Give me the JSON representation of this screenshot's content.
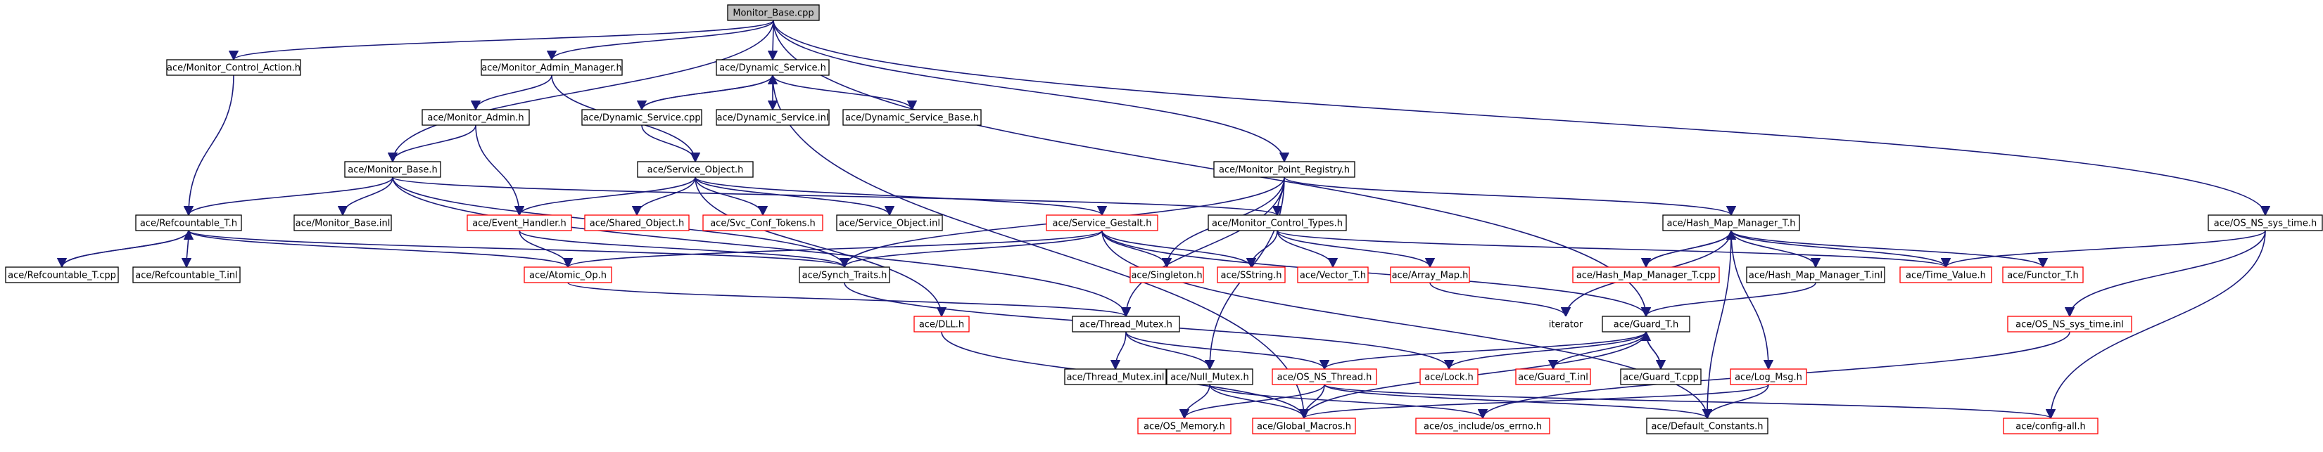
{
  "colors": {
    "edge": "#1a1a7a",
    "node_border": "#000000",
    "node_border_partial": "#ff0000",
    "root_fill": "#bfbfbf",
    "node_fill": "#ffffff",
    "text": "#000000"
  },
  "nodes": [
    {
      "id": "Monitor_Base_cpp",
      "label": "Monitor_Base.cpp",
      "kind": "root"
    },
    {
      "id": "Monitor_Control_Action_h",
      "label": "ace/Monitor_Control_Action.h",
      "kind": "normal"
    },
    {
      "id": "Monitor_Admin_Manager_h",
      "label": "ace/Monitor_Admin_Manager.h",
      "kind": "normal"
    },
    {
      "id": "Dynamic_Service_h",
      "label": "ace/Dynamic_Service.h",
      "kind": "normal"
    },
    {
      "id": "Monitor_Admin_h",
      "label": "ace/Monitor_Admin.h",
      "kind": "normal"
    },
    {
      "id": "Dynamic_Service_cpp",
      "label": "ace/Dynamic_Service.cpp",
      "kind": "normal"
    },
    {
      "id": "Dynamic_Service_inl",
      "label": "ace/Dynamic_Service.inl",
      "kind": "normal"
    },
    {
      "id": "Dynamic_Service_Base_h",
      "label": "ace/Dynamic_Service_Base.h",
      "kind": "normal"
    },
    {
      "id": "Monitor_Base_h",
      "label": "ace/Monitor_Base.h",
      "kind": "normal"
    },
    {
      "id": "Service_Object_h",
      "label": "ace/Service_Object.h",
      "kind": "normal"
    },
    {
      "id": "Monitor_Point_Registry_h",
      "label": "ace/Monitor_Point_Registry.h",
      "kind": "normal"
    },
    {
      "id": "OS_NS_sys_time_h",
      "label": "ace/OS_NS_sys_time.h",
      "kind": "normal"
    },
    {
      "id": "Refcountable_T_h",
      "label": "ace/Refcountable_T.h",
      "kind": "normal"
    },
    {
      "id": "Monitor_Base_inl",
      "label": "ace/Monitor_Base.inl",
      "kind": "normal"
    },
    {
      "id": "Event_Handler_h",
      "label": "ace/Event_Handler.h",
      "kind": "partial"
    },
    {
      "id": "Shared_Object_h",
      "label": "ace/Shared_Object.h",
      "kind": "partial"
    },
    {
      "id": "Svc_Conf_Tokens_h",
      "label": "ace/Svc_Conf_Tokens.h",
      "kind": "partial"
    },
    {
      "id": "Service_Object_inl",
      "label": "ace/Service_Object.inl",
      "kind": "normal"
    },
    {
      "id": "Service_Gestalt_h",
      "label": "ace/Service_Gestalt.h",
      "kind": "partial"
    },
    {
      "id": "Monitor_Control_Types_h",
      "label": "ace/Monitor_Control_Types.h",
      "kind": "normal"
    },
    {
      "id": "Hash_Map_Manager_T_h",
      "label": "ace/Hash_Map_Manager_T.h",
      "kind": "normal"
    },
    {
      "id": "Refcountable_T_cpp",
      "label": "ace/Refcountable_T.cpp",
      "kind": "normal"
    },
    {
      "id": "Refcountable_T_inl",
      "label": "ace/Refcountable_T.inl",
      "kind": "normal"
    },
    {
      "id": "Atomic_Op_h",
      "label": "ace/Atomic_Op.h",
      "kind": "partial"
    },
    {
      "id": "Synch_Traits_h",
      "label": "ace/Synch_Traits.h",
      "kind": "normal"
    },
    {
      "id": "Singleton_h",
      "label": "ace/Singleton.h",
      "kind": "partial"
    },
    {
      "id": "SString_h",
      "label": "ace/SString.h",
      "kind": "partial"
    },
    {
      "id": "Vector_T_h",
      "label": "ace/Vector_T.h",
      "kind": "partial"
    },
    {
      "id": "Array_Map_h",
      "label": "ace/Array_Map.h",
      "kind": "partial"
    },
    {
      "id": "Hash_Map_Manager_T_cpp",
      "label": "ace/Hash_Map_Manager_T.cpp",
      "kind": "partial"
    },
    {
      "id": "Hash_Map_Manager_T_inl",
      "label": "ace/Hash_Map_Manager_T.inl",
      "kind": "normal"
    },
    {
      "id": "Time_Value_h",
      "label": "ace/Time_Value.h",
      "kind": "partial"
    },
    {
      "id": "Functor_T_h",
      "label": "ace/Functor_T.h",
      "kind": "partial"
    },
    {
      "id": "DLL_h",
      "label": "ace/DLL.h",
      "kind": "partial"
    },
    {
      "id": "Thread_Mutex_h",
      "label": "ace/Thread_Mutex.h",
      "kind": "normal"
    },
    {
      "id": "iterator",
      "label": "iterator",
      "kind": "plain"
    },
    {
      "id": "Guard_T_h",
      "label": "ace/Guard_T.h",
      "kind": "normal"
    },
    {
      "id": "OS_NS_sys_time_inl",
      "label": "ace/OS_NS_sys_time.inl",
      "kind": "partial"
    },
    {
      "id": "Thread_Mutex_inl",
      "label": "ace/Thread_Mutex.inl",
      "kind": "normal"
    },
    {
      "id": "Null_Mutex_h",
      "label": "ace/Null_Mutex.h",
      "kind": "normal"
    },
    {
      "id": "OS_NS_Thread_h",
      "label": "ace/OS_NS_Thread.h",
      "kind": "partial"
    },
    {
      "id": "Lock_h",
      "label": "ace/Lock.h",
      "kind": "partial"
    },
    {
      "id": "Guard_T_inl",
      "label": "ace/Guard_T.inl",
      "kind": "partial"
    },
    {
      "id": "Guard_T_cpp",
      "label": "ace/Guard_T.cpp",
      "kind": "normal"
    },
    {
      "id": "Log_Msg_h",
      "label": "ace/Log_Msg.h",
      "kind": "partial"
    },
    {
      "id": "OS_Memory_h",
      "label": "ace/OS_Memory.h",
      "kind": "partial"
    },
    {
      "id": "Global_Macros_h",
      "label": "ace/Global_Macros.h",
      "kind": "partial"
    },
    {
      "id": "os_errno_h",
      "label": "ace/os_include/os_errno.h",
      "kind": "partial"
    },
    {
      "id": "Default_Constants_h",
      "label": "ace/Default_Constants.h",
      "kind": "normal"
    },
    {
      "id": "config_all_h",
      "label": "ace/config-all.h",
      "kind": "partial"
    }
  ],
  "edges": [
    [
      "Monitor_Base_cpp",
      "Monitor_Control_Action_h"
    ],
    [
      "Monitor_Base_cpp",
      "Monitor_Admin_Manager_h"
    ],
    [
      "Monitor_Base_cpp",
      "Dynamic_Service_h"
    ],
    [
      "Monitor_Base_cpp",
      "Monitor_Base_h"
    ],
    [
      "Monitor_Base_cpp",
      "Monitor_Point_Registry_h"
    ],
    [
      "Monitor_Base_cpp",
      "OS_NS_sys_time_h"
    ],
    [
      "Monitor_Base_cpp",
      "Guard_T_h"
    ],
    [
      "Monitor_Control_Action_h",
      "Refcountable_T_h"
    ],
    [
      "Monitor_Admin_Manager_h",
      "Monitor_Admin_h"
    ],
    [
      "Monitor_Admin_Manager_h",
      "Service_Object_h"
    ],
    [
      "Dynamic_Service_h",
      "Dynamic_Service_cpp"
    ],
    [
      "Dynamic_Service_cpp",
      "Dynamic_Service_h"
    ],
    [
      "Dynamic_Service_h",
      "Dynamic_Service_inl"
    ],
    [
      "Dynamic_Service_h",
      "Dynamic_Service_Base_h"
    ],
    [
      "Dynamic_Service_h",
      "Global_Macros_h"
    ],
    [
      "Dynamic_Service_cpp",
      "Service_Object_h"
    ],
    [
      "Monitor_Admin_h",
      "Monitor_Base_h"
    ],
    [
      "Monitor_Admin_h",
      "Event_Handler_h"
    ],
    [
      "Monitor_Base_h",
      "Refcountable_T_h"
    ],
    [
      "Monitor_Base_h",
      "Monitor_Base_inl"
    ],
    [
      "Monitor_Base_h",
      "Monitor_Control_Types_h"
    ],
    [
      "Monitor_Base_h",
      "Synch_Traits_h"
    ],
    [
      "Monitor_Base_h",
      "Thread_Mutex_h"
    ],
    [
      "Service_Object_h",
      "Event_Handler_h"
    ],
    [
      "Service_Object_h",
      "Shared_Object_h"
    ],
    [
      "Service_Object_h",
      "Svc_Conf_Tokens_h"
    ],
    [
      "Service_Object_h",
      "Service_Object_inl"
    ],
    [
      "Service_Object_h",
      "Service_Gestalt_h"
    ],
    [
      "Service_Object_h",
      "DLL_h"
    ],
    [
      "Monitor_Point_Registry_h",
      "Monitor_Control_Types_h"
    ],
    [
      "Monitor_Point_Registry_h",
      "Hash_Map_Manager_T_h"
    ],
    [
      "Monitor_Point_Registry_h",
      "Synch_Traits_h"
    ],
    [
      "Monitor_Point_Registry_h",
      "Singleton_h"
    ],
    [
      "Monitor_Point_Registry_h",
      "Thread_Mutex_h"
    ],
    [
      "Monitor_Point_Registry_h",
      "Null_Mutex_h"
    ],
    [
      "OS_NS_sys_time_h",
      "Time_Value_h"
    ],
    [
      "OS_NS_sys_time_h",
      "OS_NS_sys_time_inl"
    ],
    [
      "OS_NS_sys_time_h",
      "config_all_h"
    ],
    [
      "Refcountable_T_h",
      "Refcountable_T_cpp"
    ],
    [
      "Refcountable_T_cpp",
      "Refcountable_T_h"
    ],
    [
      "Refcountable_T_h",
      "Refcountable_T_inl"
    ],
    [
      "Refcountable_T_h",
      "Atomic_Op_h"
    ],
    [
      "Refcountable_T_h",
      "Synch_Traits_h"
    ],
    [
      "Event_Handler_h",
      "Atomic_Op_h"
    ],
    [
      "Event_Handler_h",
      "Synch_Traits_h"
    ],
    [
      "Service_Gestalt_h",
      "Atomic_Op_h"
    ],
    [
      "Service_Gestalt_h",
      "Synch_Traits_h"
    ],
    [
      "Service_Gestalt_h",
      "Singleton_h"
    ],
    [
      "Service_Gestalt_h",
      "SString_h"
    ],
    [
      "Service_Gestalt_h",
      "Guard_T_h"
    ],
    [
      "Service_Gestalt_h",
      "Default_Constants_h"
    ],
    [
      "Monitor_Control_Types_h",
      "SString_h"
    ],
    [
      "Monitor_Control_Types_h",
      "Vector_T_h"
    ],
    [
      "Monitor_Control_Types_h",
      "Array_Map_h"
    ],
    [
      "Monitor_Control_Types_h",
      "Time_Value_h"
    ],
    [
      "Hash_Map_Manager_T_h",
      "Hash_Map_Manager_T_cpp"
    ],
    [
      "Hash_Map_Manager_T_cpp",
      "Hash_Map_Manager_T_h"
    ],
    [
      "Hash_Map_Manager_T_h",
      "Hash_Map_Manager_T_inl"
    ],
    [
      "Hash_Map_Manager_T_h",
      "Time_Value_h"
    ],
    [
      "Hash_Map_Manager_T_h",
      "Functor_T_h"
    ],
    [
      "Hash_Map_Manager_T_h",
      "iterator"
    ],
    [
      "Hash_Map_Manager_T_h",
      "Log_Msg_h"
    ],
    [
      "Hash_Map_Manager_T_h",
      "Default_Constants_h"
    ],
    [
      "Hash_Map_Manager_T_inl",
      "Guard_T_h"
    ],
    [
      "Atomic_Op_h",
      "Thread_Mutex_h"
    ],
    [
      "Synch_Traits_h",
      "Lock_h"
    ],
    [
      "Array_Map_h",
      "iterator"
    ],
    [
      "DLL_h",
      "Global_Macros_h"
    ],
    [
      "Thread_Mutex_h",
      "Thread_Mutex_inl"
    ],
    [
      "Thread_Mutex_h",
      "Null_Mutex_h"
    ],
    [
      "Thread_Mutex_h",
      "OS_NS_Thread_h"
    ],
    [
      "Guard_T_h",
      "Lock_h"
    ],
    [
      "Guard_T_h",
      "Guard_T_inl"
    ],
    [
      "Guard_T_h",
      "Guard_T_cpp"
    ],
    [
      "Guard_T_cpp",
      "Guard_T_h"
    ],
    [
      "Guard_T_h",
      "OS_NS_Thread_h"
    ],
    [
      "Guard_T_h",
      "Global_Macros_h"
    ],
    [
      "OS_NS_sys_time_inl",
      "os_errno_h"
    ],
    [
      "Null_Mutex_h",
      "OS_Memory_h"
    ],
    [
      "Null_Mutex_h",
      "Global_Macros_h"
    ],
    [
      "Null_Mutex_h",
      "os_errno_h"
    ],
    [
      "OS_NS_Thread_h",
      "OS_Memory_h"
    ],
    [
      "OS_NS_Thread_h",
      "Global_Macros_h"
    ],
    [
      "OS_NS_Thread_h",
      "Default_Constants_h"
    ],
    [
      "OS_NS_Thread_h",
      "config_all_h"
    ],
    [
      "Log_Msg_h",
      "Global_Macros_h"
    ],
    [
      "Log_Msg_h",
      "Default_Constants_h"
    ]
  ]
}
